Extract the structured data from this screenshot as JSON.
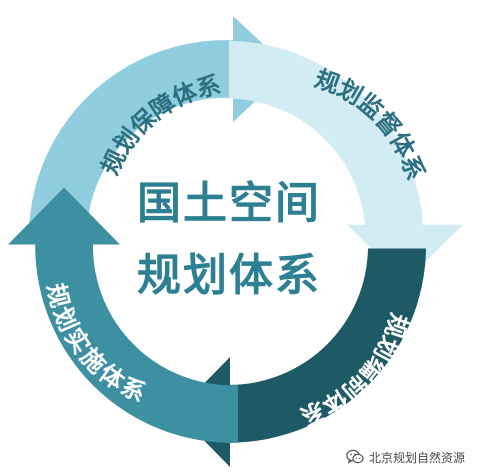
{
  "center": {
    "line1": "国土空间",
    "line2": "规划体系",
    "color": "#2d7f92"
  },
  "segments": [
    {
      "label": "规划保障体系",
      "color": "#8fcddf",
      "text_color": "#2b6f80"
    },
    {
      "label": "规划监督体系",
      "color": "#d2ecf4",
      "text_color": "#2b6f80"
    },
    {
      "label": "规划编制体系",
      "color": "#1d5a66",
      "text_color": "#ffffff"
    },
    {
      "label": "规划实施体系",
      "color": "#3d8fa2",
      "text_color": "#ffffff"
    }
  ],
  "watermark": {
    "text": "北京规划自然资源",
    "icon": "wechat-icon"
  }
}
